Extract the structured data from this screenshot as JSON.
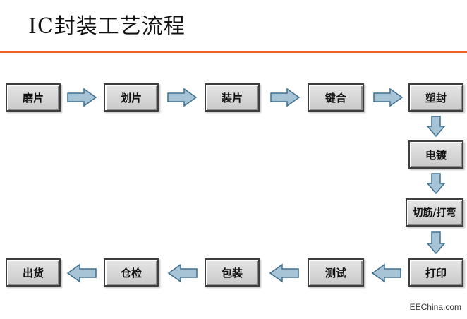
{
  "title": "IC封装工艺流程",
  "steps": [
    {
      "id": "grinding",
      "label": "磨片"
    },
    {
      "id": "dicing",
      "label": "划片"
    },
    {
      "id": "die-attach",
      "label": "装片"
    },
    {
      "id": "bonding",
      "label": "键合"
    },
    {
      "id": "molding",
      "label": "塑封"
    },
    {
      "id": "plating",
      "label": "电镀"
    },
    {
      "id": "trim-form",
      "label": "切筋/打弯"
    },
    {
      "id": "marking",
      "label": "打印"
    },
    {
      "id": "testing",
      "label": "测试"
    },
    {
      "id": "packing",
      "label": "包装"
    },
    {
      "id": "warehouse-inspection",
      "label": "仓检"
    },
    {
      "id": "shipping",
      "label": "出货"
    }
  ],
  "flow": [
    [
      "grinding",
      "dicing"
    ],
    [
      "dicing",
      "die-attach"
    ],
    [
      "die-attach",
      "bonding"
    ],
    [
      "bonding",
      "molding"
    ],
    [
      "molding",
      "plating"
    ],
    [
      "plating",
      "trim-form"
    ],
    [
      "trim-form",
      "marking"
    ],
    [
      "marking",
      "testing"
    ],
    [
      "testing",
      "packing"
    ],
    [
      "packing",
      "warehouse-inspection"
    ],
    [
      "warehouse-inspection",
      "shipping"
    ]
  ],
  "colors": {
    "accent": "#e8632a",
    "arrow_fill": "#a6c4d6",
    "arrow_stroke": "#3d6f8e"
  },
  "watermark": "EEChina.com"
}
